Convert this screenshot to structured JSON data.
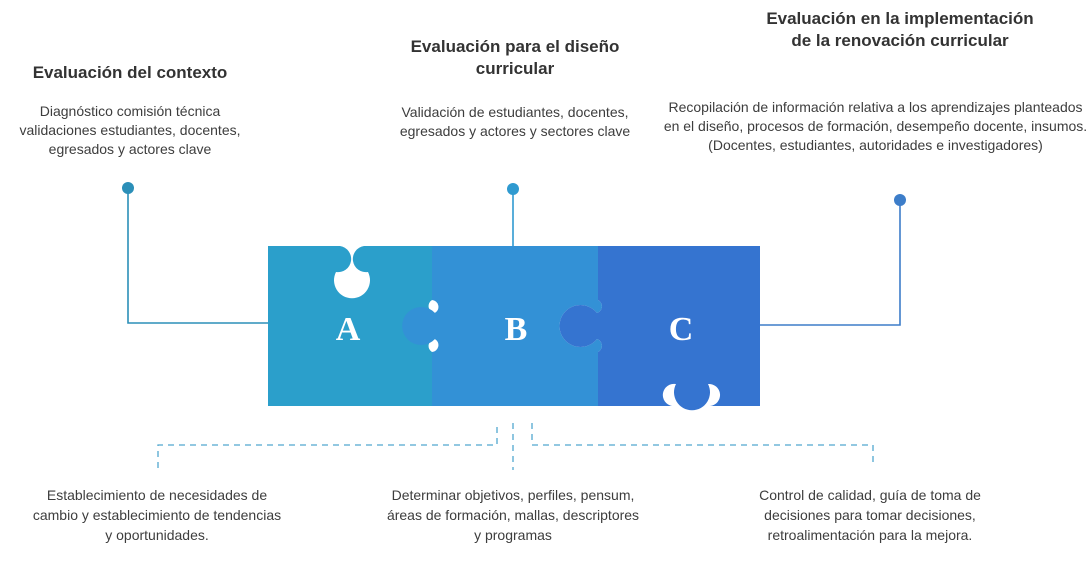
{
  "columns": [
    {
      "heading": "Evaluación del contexto",
      "description": "Diagnóstico comisión técnica validaciones estudiantes, docentes, egresados y actores clave",
      "letter": "A",
      "bottom_text": "Establecimiento de necesidades de cambio y establecimiento de tendencias y oportunidades."
    },
    {
      "heading": "Evaluación para el diseño curricular",
      "description": "Validación de estudiantes, docentes, egresados y actores y sectores clave",
      "letter": "B",
      "bottom_text": "Determinar objetivos, perfiles, pensum, áreas de formación, mallas, descriptores y programas"
    },
    {
      "heading": "Evaluación en la implementación de la renovación curricular",
      "description": "Recopilación de información relativa a los aprendizajes planteados en el diseño, procesos de formación, desempeño docente, insumos. (Docentes, estudiantes, autoridades e investigadores)",
      "letter": "C",
      "bottom_text": "Control de calidad, guía de toma de decisiones para tomar decisiones, retroalimentación para la mejora."
    }
  ],
  "colors": {
    "piece_a": "#2B9FCB",
    "piece_b": "#3391D6",
    "piece_c": "#3574D0",
    "line_a": "#2B8FB8",
    "dot_b": "#2F9AD0",
    "dot_c": "#3D7DC9",
    "dashed": "#52A8CF"
  }
}
